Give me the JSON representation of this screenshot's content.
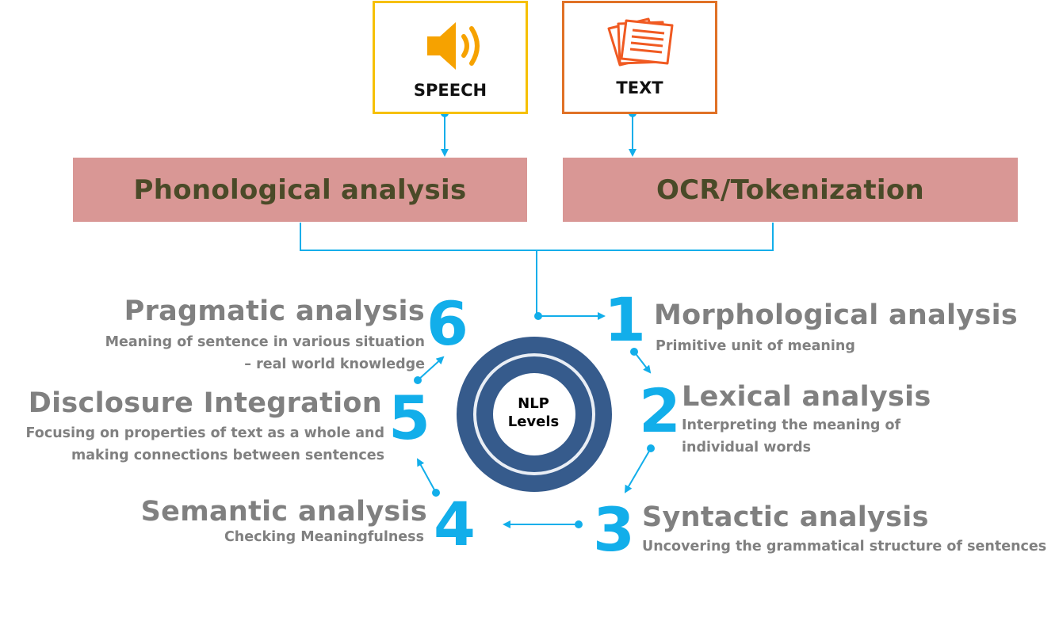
{
  "inputs": {
    "speech": {
      "label": "SPEECH",
      "icon": "speaker-icon",
      "border_color": "#f6c000"
    },
    "text": {
      "label": "TEXT",
      "icon": "documents-icon",
      "border_color": "#e07126"
    }
  },
  "stages": {
    "phonological": "Phonological analysis",
    "ocr": "OCR/Tokenization"
  },
  "hub": {
    "line1": "NLP",
    "line2": "Levels"
  },
  "levels": [
    {
      "number": "1",
      "title": "Morphological analysis",
      "desc": [
        "Primitive unit of meaning"
      ]
    },
    {
      "number": "2",
      "title": "Lexical analysis",
      "desc": [
        "Interpreting the meaning of",
        "individual words"
      ]
    },
    {
      "number": "3",
      "title": "Syntactic analysis",
      "desc": [
        "Uncovering the grammatical structure of sentences"
      ]
    },
    {
      "number": "4",
      "title": "Semantic analysis",
      "desc": [
        "Checking Meaningfulness"
      ]
    },
    {
      "number": "5",
      "title": "Disclosure Integration",
      "desc": [
        "Focusing on properties of text as a whole and",
        "making connections between sentences"
      ]
    },
    {
      "number": "6",
      "title": "Pragmatic analysis",
      "desc": [
        "Meaning of sentence in various situation",
        "– real world knowledge"
      ]
    }
  ],
  "colors": {
    "accent": "#12aeea",
    "stage_fill": "#d99795",
    "stage_text": "#4a4a28",
    "level_text": "#808080",
    "hub_ring": "#365b8c"
  }
}
